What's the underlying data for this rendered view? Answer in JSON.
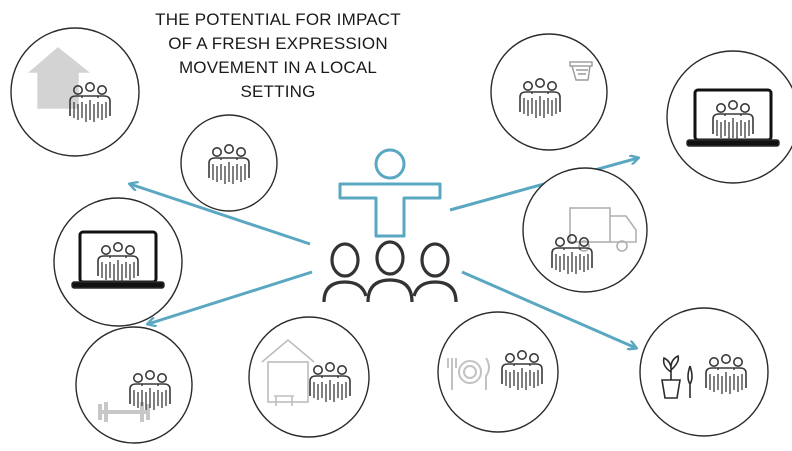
{
  "title": {
    "line1": "THE POTENTIAL FOR IMPACT",
    "line2": "OF A FRESH EXPRESSION",
    "line3": "MOVEMENT IN A LOCAL",
    "line4": "SETTING"
  },
  "colors": {
    "leader": "#5aa7c2",
    "arrow": "#5aa7c2",
    "circle_stroke": "#2b2b2b",
    "group_icon": "#3a3a3a",
    "context_icon": "#b5b5b5"
  },
  "center": {
    "leader_icon": "person-arms-out-icon",
    "group_icon": "three-people-icon"
  },
  "contexts": [
    {
      "name": "home",
      "icon": "house-icon"
    },
    {
      "name": "gathering",
      "icon": "group-icon"
    },
    {
      "name": "online-video",
      "icon": "laptop-icon"
    },
    {
      "name": "fitness",
      "icon": "dumbbell-icon"
    },
    {
      "name": "home-kitchen",
      "icon": "house-sink-icon"
    },
    {
      "name": "dining",
      "icon": "plate-cutlery-icon"
    },
    {
      "name": "basketball",
      "icon": "basketball-hoop-icon"
    },
    {
      "name": "online-video-2",
      "icon": "laptop-icon"
    },
    {
      "name": "truck",
      "icon": "truck-icon"
    },
    {
      "name": "gardening",
      "icon": "plant-trowel-icon"
    }
  ]
}
